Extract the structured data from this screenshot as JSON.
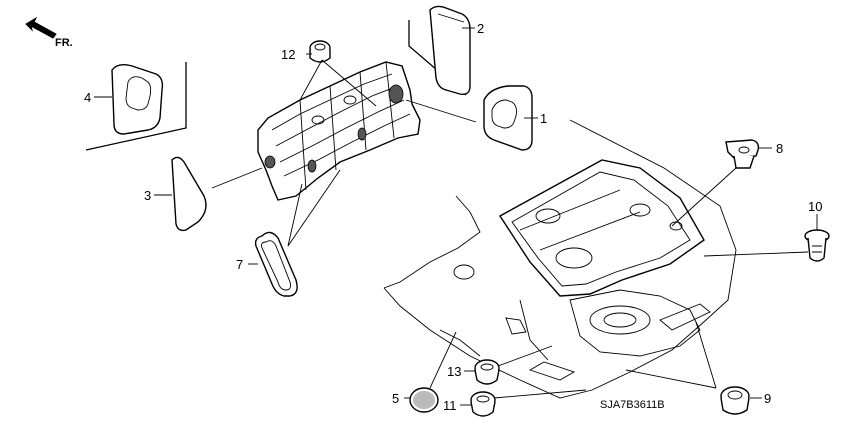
{
  "direction_label": "FR.",
  "drawing_code": "SJA7B3611B",
  "callouts": {
    "c1": "1",
    "c2": "2",
    "c3": "3",
    "c4": "4",
    "c5": "5",
    "c7": "7",
    "c8": "8",
    "c9": "9",
    "c10": "10",
    "c11": "11",
    "c12": "12",
    "c13": "13"
  }
}
